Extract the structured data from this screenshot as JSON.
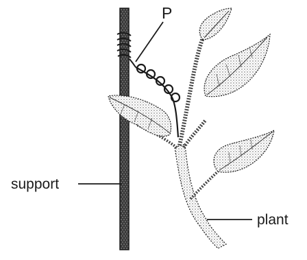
{
  "diagram": {
    "labels": {
      "support": "support",
      "plant": "plant",
      "part": "P"
    },
    "colors": {
      "ink": "#1a1a1a",
      "shade": "#6b6b6b",
      "light": "#bdbdbd"
    }
  }
}
